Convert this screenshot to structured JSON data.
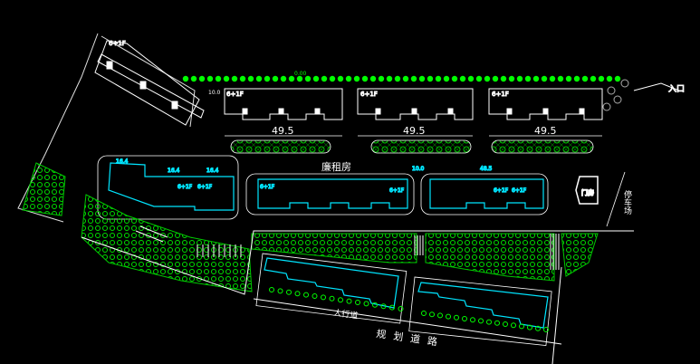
{
  "labels": {
    "entrance": "入口",
    "rental_housing": "廉租房",
    "parking": "停车场",
    "sidewalk": "人行道",
    "planned_road": "规划道路",
    "guardhouse": "门房",
    "dimension_top": "49.5",
    "dim_small_a": "10.0",
    "dim_small_b": "16.4",
    "dim_small_c": "48.5",
    "floor_tag": "6+1F",
    "contour_tag": "0.00"
  },
  "colors": {
    "background": "#000000",
    "building_white": "#ffffff",
    "building_cyan": "#00e5ff",
    "tree_green": "#00ff00",
    "hatch_green": "#00c800",
    "outline_white": "#e0e0e0"
  }
}
